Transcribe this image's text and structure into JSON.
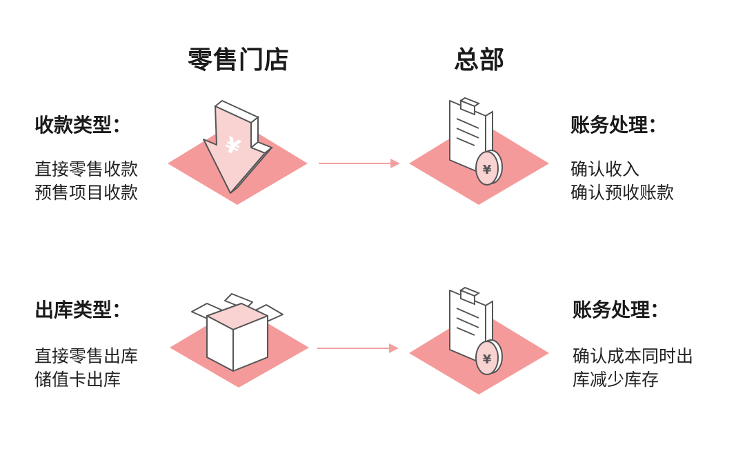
{
  "headers": {
    "left": "零售门店",
    "right": "总部"
  },
  "rows": [
    {
      "left_label": "收款类型：",
      "left_lines": [
        "直接零售收款",
        "预售项目收款"
      ],
      "right_label": "账务处理：",
      "right_lines": [
        "确认收入",
        "确认预收账款"
      ],
      "left_icon": "yuan-down-arrow-icon",
      "right_icon": "clipboard-yuan-coin-icon"
    },
    {
      "left_label": "出库类型：",
      "left_lines": [
        "直接零售出库",
        "储值卡出库"
      ],
      "right_label": "账务处理：",
      "right_lines": [
        "确认成本同时出",
        "库减少库存"
      ],
      "left_icon": "open-box-icon",
      "right_icon": "clipboard-yuan-coin-icon"
    }
  ],
  "symbols": {
    "currency": "¥"
  },
  "colors": {
    "accent": "#f59a9a",
    "accent_light": "#f9d2d2",
    "arrow": "#f3a0a0",
    "stroke": "#555555"
  }
}
